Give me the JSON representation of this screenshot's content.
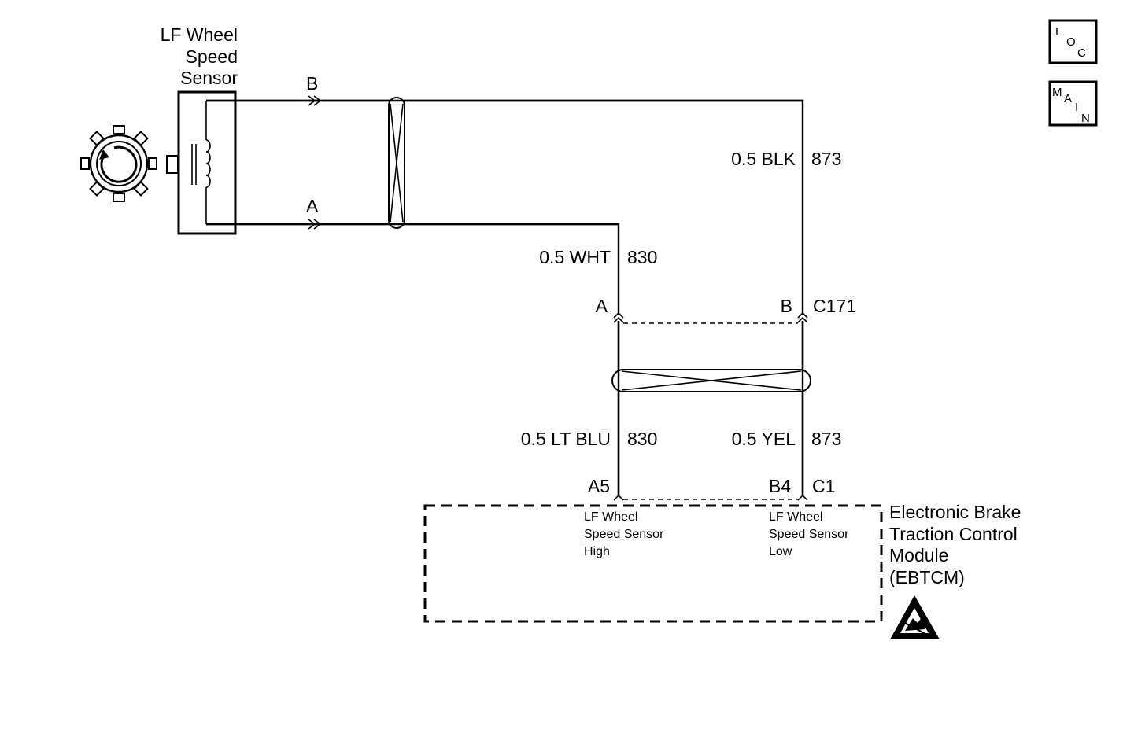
{
  "sensor": {
    "name_line1": "LF Wheel",
    "name_line2": "Speed",
    "name_line3": "Sensor",
    "pin_b": "B",
    "pin_a": "A"
  },
  "wires": {
    "upper_right_color": "0.5 BLK",
    "upper_right_circuit": "873",
    "upper_left_color": "0.5 WHT",
    "upper_left_circuit": "830",
    "lower_left_color": "0.5 LT BLU",
    "lower_left_circuit": "830",
    "lower_right_color": "0.5 YEL",
    "lower_right_circuit": "873"
  },
  "connector_c171": {
    "pin_left": "A",
    "pin_right": "B",
    "name": "C171"
  },
  "module": {
    "pin_left": "A5",
    "pin_right": "B4",
    "connector": "C1",
    "left_pin_desc_line1": "LF Wheel",
    "left_pin_desc_line2": "Speed Sensor",
    "left_pin_desc_line3": "High",
    "right_pin_desc_line1": "LF Wheel",
    "right_pin_desc_line2": "Speed Sensor",
    "right_pin_desc_line3": "Low",
    "name_line1": "Electronic Brake",
    "name_line2": "Traction Control",
    "name_line3": "Module",
    "name_line4": "(EBTCM)"
  },
  "nav": {
    "loc_letters": [
      "L",
      "O",
      "C"
    ],
    "main_letters": [
      "M",
      "A",
      "I",
      "N"
    ]
  },
  "icons": {
    "esd": "esd-warning-icon",
    "tone_ring": "tone-ring-icon",
    "coil": "coil-icon"
  }
}
